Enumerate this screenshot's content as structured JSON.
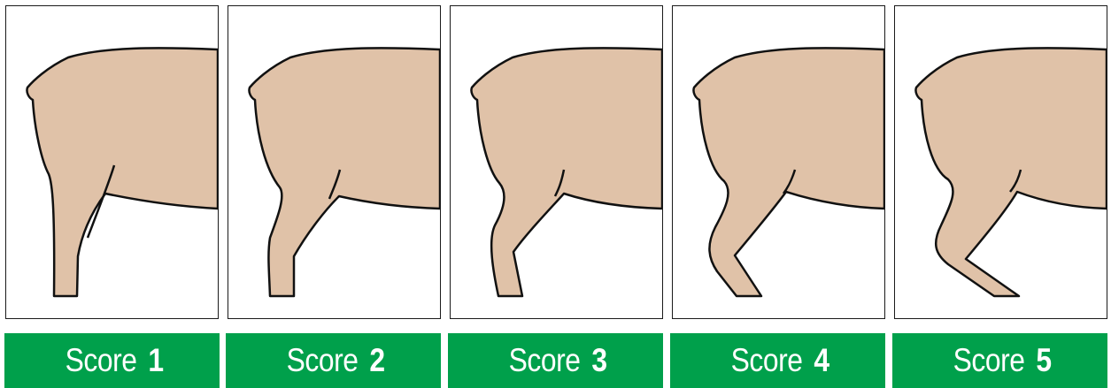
{
  "colors": {
    "label_background": "#00a04b",
    "label_text": "#ffffff",
    "animal_fill": "#e0c2a8",
    "outline": "#111111"
  },
  "scores": [
    {
      "word": "Score",
      "number": "1"
    },
    {
      "word": "Score",
      "number": "2"
    },
    {
      "word": "Score",
      "number": "3"
    },
    {
      "word": "Score",
      "number": "4"
    },
    {
      "word": "Score",
      "number": "5"
    }
  ]
}
